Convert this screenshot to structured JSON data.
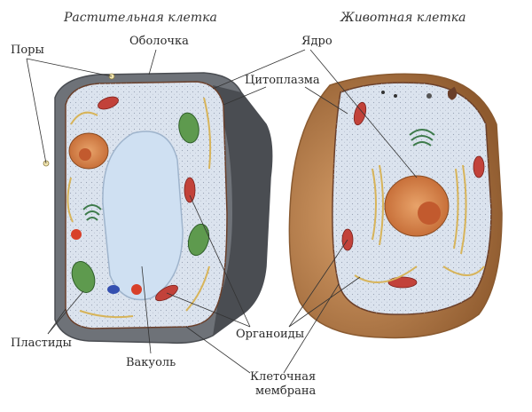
{
  "titles": {
    "plant": "Растительная клетка",
    "animal": "Животная клетка"
  },
  "labels": {
    "pores": "Поры",
    "wall": "Оболочка",
    "nucleus": "Ядро",
    "cytoplasm": "Цитоплазма",
    "plastids": "Пластиды",
    "vacuole": "Вакуоль",
    "organoids": "Органоиды",
    "membrane_line1": "Клеточная",
    "membrane_line2": "мембрана"
  },
  "colors": {
    "cell_wall": "#6e7278",
    "cell_wall_dark": "#4a4d52",
    "cytoplasm": "#dbe3ee",
    "vacuole": "#cfe0f2",
    "membrane": "#6a3f2a",
    "animal_shell": "#c08a56",
    "animal_shell_dark": "#8a5a30",
    "nucleus": "#d98a52",
    "nucleolus": "#c25a2e",
    "mitochondria": "#c2423a",
    "chloroplast": "#5e9a4e",
    "golgi": "#3d7a4a",
    "er": "#d7b45a",
    "red_dot": "#d8402a",
    "blue_dot": "#3550b0",
    "leader": "#333333"
  }
}
